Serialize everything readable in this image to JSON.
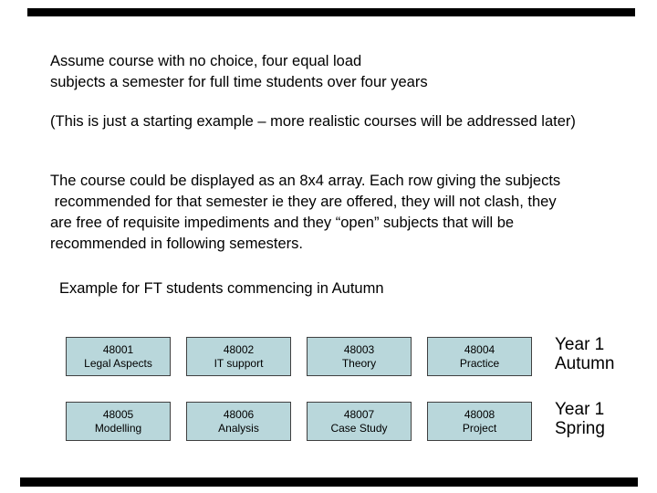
{
  "paragraphs": {
    "intro": "Assume course with no choice, four equal load\nsubjects a semester for full time students over four years",
    "note": "(This is just a starting example – more realistic courses will be addressed later)",
    "description": "The course could be displayed as an 8x4 array. Each row giving the subjects\n recommended for that semester ie they are offered, they will not clash, they\nare free of requisite impediments and they “open” subjects that will be\nrecommended in following semesters.",
    "example_heading": "Example for FT students commencing in Autumn"
  },
  "subjects": [
    {
      "code": "48001",
      "name": "Legal Aspects"
    },
    {
      "code": "48002",
      "name": "IT support"
    },
    {
      "code": "48003",
      "name": "Theory"
    },
    {
      "code": "48004",
      "name": "Practice"
    },
    {
      "code": "48005",
      "name": "Modelling"
    },
    {
      "code": "48006",
      "name": "Analysis"
    },
    {
      "code": "48007",
      "name": "Case Study"
    },
    {
      "code": "48008",
      "name": "Project"
    }
  ],
  "semester_labels": [
    {
      "line1": "Year 1",
      "line2": "Autumn"
    },
    {
      "line1": "Year 1",
      "line2": "Spring"
    }
  ],
  "colors": {
    "subject_box_fill": "#b9d7db",
    "subject_box_border": "#404040",
    "bar_color": "#000000",
    "text_color": "#000000",
    "background": "#ffffff"
  }
}
